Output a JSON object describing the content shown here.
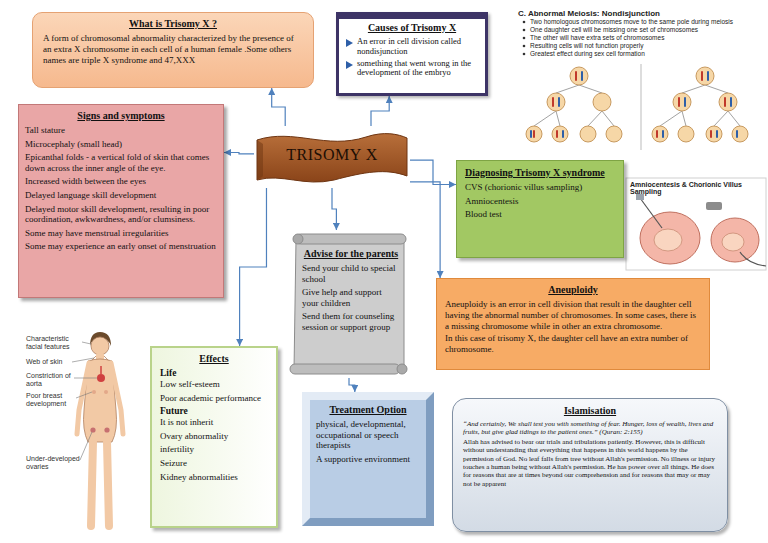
{
  "diagram": {
    "nodes": [
      {
        "text": [
          "What is Trisomy X ?",
          "A form of chromosomal abnormality characterized by the presence of an extra X chromosome in each cell of a human female .Some others names are triple X syndrome and 47,XXX"
        ]
      },
      {
        "text": [
          "Causes of Trisomy X",
          "An error in cell division called nondisjunction",
          "something that went wrong in the development of the embryo"
        ]
      },
      {
        "text": [
          "Signs and symptoms",
          "Tall stature",
          "Microcephaly (small head)",
          "Epicanthal folds - a vertical fold of skin that comes down across the inner angle of the eye.",
          "Increased width between the eyes",
          "Delayed language skill development",
          "Delayed motor skill development, resulting in poor coordination, awkwardness, and/or clumsiness.",
          "Some may have menstrual irregularities",
          "Some may experience an early onset of menstruation"
        ]
      },
      {
        "text": [
          "TRISOMY X"
        ]
      },
      {
        "text": [
          "Diagnosing Trisomy X syndrome",
          "CVS (chorionic villus sampling)",
          "Amniocentesis",
          "Blood test"
        ]
      },
      {
        "text": [
          "Advise for the parents",
          "Send your child to special school",
          "Give help and support your children",
          "Send them for counseling session or support group"
        ]
      },
      {
        "text": [
          "Aneuploidy",
          "Aneuploidy is an error in cell division that result in the daughter cell having the abnormal number of chromosomes. In some cases, there is a missing chromosome while in other an extra chromosome.",
          "In this case of trisomy X, the daughter cell have an extra number of chromosome."
        ]
      },
      {
        "text": [
          "Effects",
          "Life",
          "Low self-esteem",
          "Poor academic performance",
          "Future",
          "It is not inherit",
          "Ovary abnormality",
          "infertility",
          "Seizure",
          "Kidney abnormalities"
        ]
      },
      {
        "text": [
          "Treatment Option",
          "physical, developmental, occupational or speech therapists",
          "A supportive environment"
        ]
      },
      {
        "text": [
          "Islamisation",
          "“And certainly, We shall test you with something of fear. Hunger, loss of wealth, lives and fruits, but give glad tidings to the patient ones.” (Quran: 2:155)",
          "Allah has advised to bear our trials and tribulations patiently. However, this is difficult without understanding that everything that happens in this world happens by the permission of God. No leaf falls from tree without Allah's permission. No illness or injury touches a human being without Allah's permission. He has power over all things. He does for reasons that are at times beyond our comprehension and for reasons that may or may not be apparent"
        ]
      }
    ],
    "edges": [
      {
        "from": 3,
        "to": 0,
        "arrow": "to"
      },
      {
        "from": 3,
        "to": 1,
        "arrow": "to"
      },
      {
        "from": 3,
        "to": 2,
        "arrow": "to"
      },
      {
        "from": 3,
        "to": 4,
        "arrow": "to"
      },
      {
        "from": 3,
        "to": 5,
        "arrow": "to"
      },
      {
        "from": 3,
        "to": 6,
        "arrow": "to"
      },
      {
        "from": 3,
        "to": 7,
        "arrow": "to"
      },
      {
        "from": 5,
        "to": 8,
        "arrow": "to"
      }
    ],
    "labels": [
      "C. Abnormal Meiosis: Nondisjunction",
      "Two homologous chromosomes move to the same pole during meiosis",
      "One daughter cell will be missing one set of chromosomes",
      "The other will have extra sets of chromosomes",
      "Resulting cells will not function properly",
      "Greatest effect during sex cell formation",
      "Amniocentesis & Chorionic Villus Sampling",
      "Characteristic facial features",
      "Web of skin",
      "Constriction of aorta",
      "Poor breast development",
      "Under-developed ovaries"
    ]
  }
}
